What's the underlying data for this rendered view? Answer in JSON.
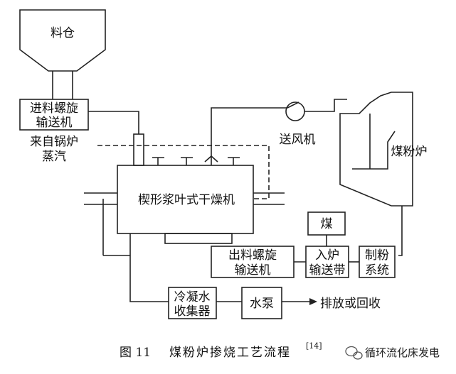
{
  "labels": {
    "hopper": "料仓",
    "screw_in_1": "进料螺旋",
    "screw_in_2": "输送机",
    "steam_1": "来自锅炉",
    "steam_2": "蒸汽",
    "fan": "送风机",
    "boiler": "煤粉炉",
    "dryer": "楔形浆叶式干燥机",
    "coal": "煤",
    "screw_out_1": "出料螺旋",
    "screw_out_2": "输送机",
    "belt_1": "入炉",
    "belt_2": "输送带",
    "mill_1": "制粉",
    "mill_2": "系统",
    "condenser_1": "冷凝水",
    "condenser_2": "收集器",
    "pump": "水泵",
    "discharge": "排放或回收"
  },
  "caption": {
    "figure_no": "图 11",
    "title": "煤粉炉掺烧工艺流程",
    "ref": "[14]"
  },
  "watermark": {
    "text": "循环流化床发电",
    "icon": "wechat-icon"
  }
}
